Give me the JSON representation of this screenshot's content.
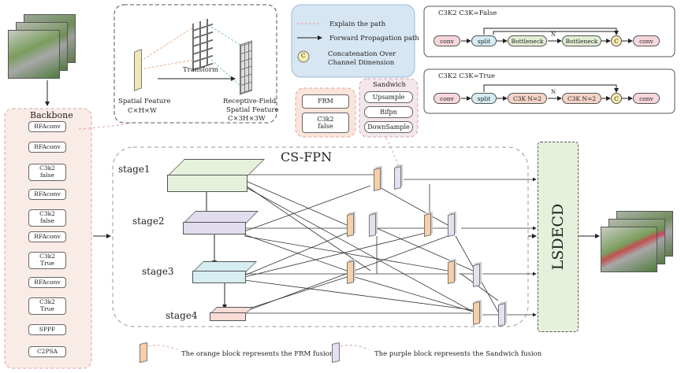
{
  "backbone": {
    "title": "Backbone",
    "blocks": [
      "RFAconv",
      "RFAconv",
      "C3k2 false",
      "RFAconv",
      "C3k2 false",
      "RFAconv",
      "C3k2 True",
      "RFAconv",
      "C3k2 True",
      "SPPF",
      "C2PSA"
    ]
  },
  "rfa_detail": {
    "transform": "Transform",
    "spatial_feature": "Spatial Feature",
    "spatial_dims": "C×H×W",
    "receptive_title1": "Receptive-Field",
    "receptive_title2": "Spatial Feature",
    "receptive_dims": "C×3H×3W"
  },
  "legend_top": {
    "explain": "Explain the path",
    "forward": "Forward Propagation path",
    "concat_symbol": "C",
    "concat1": "Concatenation Over",
    "concat2": "Channel Dimension"
  },
  "c3k2_false": {
    "title": "C3K2  C3K=False",
    "conv_in": "conv",
    "split": "split",
    "bottleneck1": "Bottleneck",
    "n": "N",
    "bottleneck2": "Bottleneck",
    "concat": "C",
    "conv_out": "conv"
  },
  "c3k2_true": {
    "title": "C3K2  C3K=True",
    "conv_in": "conv",
    "split": "split",
    "c3k1": "C3K N=2",
    "n": "N",
    "c3k2": "C3K N=2",
    "concat": "C",
    "conv_out": "conv"
  },
  "frm_box": {
    "frm": "FRM",
    "c3k2": "C3k2 false"
  },
  "sandwich_box": {
    "title": "Sandwich",
    "items": [
      "Upsample",
      "Bifpn",
      "DownSample"
    ]
  },
  "fpn": {
    "title": "CS-FPN",
    "stages": [
      "stage1",
      "stage2",
      "stage3",
      "stage4"
    ]
  },
  "head": {
    "label": "LSDECD"
  },
  "legend_bottom": {
    "orange": "The orange block represents the FRM fusion",
    "purple": "The purple block represents the Sandwich fusion"
  },
  "colors": {
    "backbone_bg": "#f9ece6",
    "stage1": "#e6f1dc",
    "stage2": "#e2dcef",
    "stage3": "#d6eef2",
    "stage4": "#f7dcd6",
    "orange_block": "#f6cfa9",
    "purple_block": "#e4e0f0",
    "legend_bg": "#d6e6f3",
    "head_bg": "#e6f1dc"
  }
}
